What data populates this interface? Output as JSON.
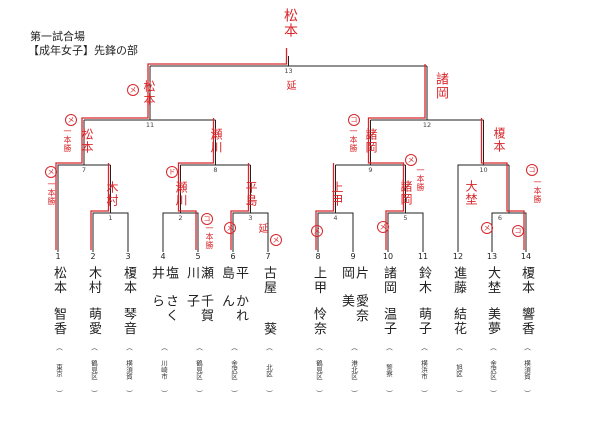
{
  "header": {
    "venue": "第一試合場",
    "division": "【成年女子】先鋒の部"
  },
  "matches": [
    "1",
    "2",
    "3",
    "4",
    "5",
    "6",
    "7",
    "8",
    "9",
    "10",
    "11",
    "12",
    "13"
  ],
  "paren": {
    "open": "（",
    "close": "）"
  },
  "players": [
    {
      "no": "1",
      "surname": "松本",
      "given": "智香",
      "affiliation": "東京"
    },
    {
      "no": "2",
      "surname": "木村",
      "given": "萌愛",
      "affiliation": "鶴見区"
    },
    {
      "no": "3",
      "surname": "榎本",
      "given": "琴音",
      "affiliation": "横須賀"
    },
    {
      "no": "4",
      "surname": "塩井",
      "given": "さくら",
      "affiliation": "川崎市"
    },
    {
      "no": "5",
      "surname": "瀬川",
      "given": "千賀子",
      "affiliation": "鶴見区"
    },
    {
      "no": "6",
      "surname": "平島",
      "given": "かれん",
      "affiliation": "金沢区"
    },
    {
      "no": "7",
      "surname": "古屋",
      "given": "葵",
      "affiliation": "北区"
    },
    {
      "no": "8",
      "surname": "上甲",
      "given": "怜奈",
      "affiliation": "鶴見区"
    },
    {
      "no": "9",
      "surname": "片岡",
      "given": "愛奈美",
      "affiliation": "港北区"
    },
    {
      "no": "10",
      "surname": "諸岡",
      "given": "温子",
      "affiliation": "警察"
    },
    {
      "no": "11",
      "surname": "鈴木",
      "given": "萌子",
      "affiliation": "横浜市"
    },
    {
      "no": "12",
      "surname": "進藤",
      "given": "結花",
      "affiliation": "旭区"
    },
    {
      "no": "13",
      "surname": "大埜",
      "given": "美夢",
      "affiliation": "金沢区"
    },
    {
      "no": "14",
      "surname": "榎本",
      "given": "響香",
      "affiliation": "横須賀"
    }
  ],
  "annotations": {
    "final_winner": "松本",
    "extension": "延",
    "semi": [
      "松本",
      "諸岡"
    ],
    "quarter": [
      "松本",
      "瀬川",
      "諸岡",
      "榎本"
    ],
    "first": [
      "木村",
      "瀬川",
      "平島",
      "上甲",
      "諸岡",
      "大埜"
    ],
    "ippon": "一本勝",
    "marks": {
      "men": "メ",
      "kote": "コ",
      "do": "ド"
    }
  },
  "colors": {
    "ink": "#222222",
    "pen": "#d9262b"
  }
}
